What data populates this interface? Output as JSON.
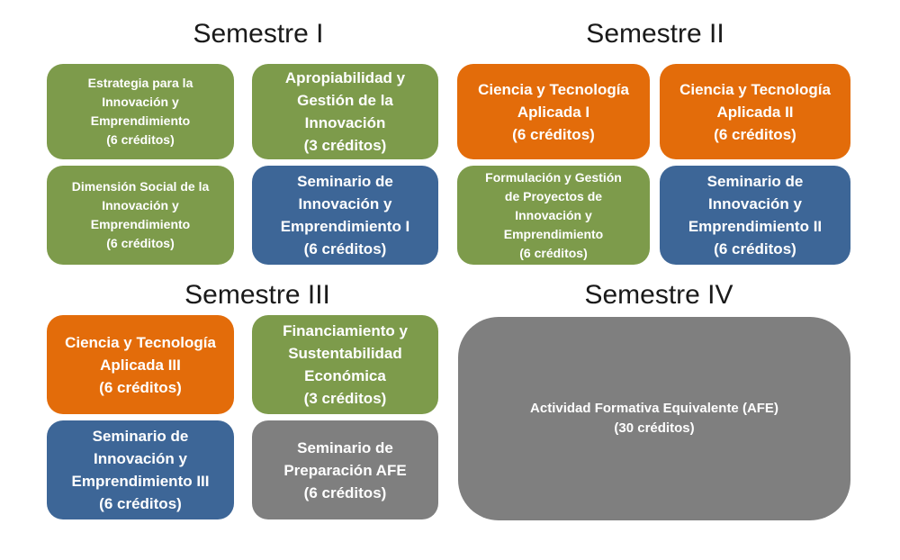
{
  "colors": {
    "green": "#7D9B4B",
    "orange": "#E36C0A",
    "blue": "#3D6697",
    "gray": "#7F7F7F",
    "title_text": "#1A1A1A",
    "box_text": "#FFFFFF",
    "background": "#FFFFFF"
  },
  "semesters": [
    {
      "title": "Semestre I",
      "courses": [
        {
          "name": "Estrategia para la\nInnovación y\nEmprendimiento",
          "credits": "(6 créditos)",
          "color": "green"
        },
        {
          "name": "Apropiabilidad y\nGestión de la\nInnovación",
          "credits": "(3 créditos)",
          "color": "green"
        },
        {
          "name": "Dimensión Social de la\nInnovación y\nEmprendimiento",
          "credits": "(6 créditos)",
          "color": "green"
        },
        {
          "name": "Seminario de\nInnovación y\nEmprendimiento I",
          "credits": "(6 créditos)",
          "color": "blue"
        }
      ]
    },
    {
      "title": "Semestre II",
      "courses": [
        {
          "name": "Ciencia y Tecnología\nAplicada I",
          "credits": "(6 créditos)",
          "color": "orange"
        },
        {
          "name": "Ciencia y Tecnología\nAplicada II",
          "credits": "(6 créditos)",
          "color": "orange"
        },
        {
          "name": "Formulación y Gestión\nde Proyectos de\nInnovación y\nEmprendimiento",
          "credits": "(6 créditos)",
          "color": "green"
        },
        {
          "name": "Seminario de\nInnovación y\nEmprendimiento II",
          "credits": "(6 créditos)",
          "color": "blue"
        }
      ]
    },
    {
      "title": "Semestre III",
      "courses": [
        {
          "name": "Ciencia y Tecnología\nAplicada III",
          "credits": "(6 créditos)",
          "color": "orange"
        },
        {
          "name": "Financiamiento y\nSustentabilidad\nEconómica",
          "credits": "(3 créditos)",
          "color": "green"
        },
        {
          "name": "Seminario de\nInnovación y\nEmprendimiento III",
          "credits": "(6 créditos)",
          "color": "blue"
        },
        {
          "name": "Seminario de\nPreparación AFE",
          "credits": "(6 créditos)",
          "color": "gray"
        }
      ]
    },
    {
      "title": "Semestre IV",
      "courses": [
        {
          "name": "Actividad Formativa Equivalente (AFE)",
          "credits": "(30 créditos)",
          "color": "gray"
        }
      ]
    }
  ]
}
